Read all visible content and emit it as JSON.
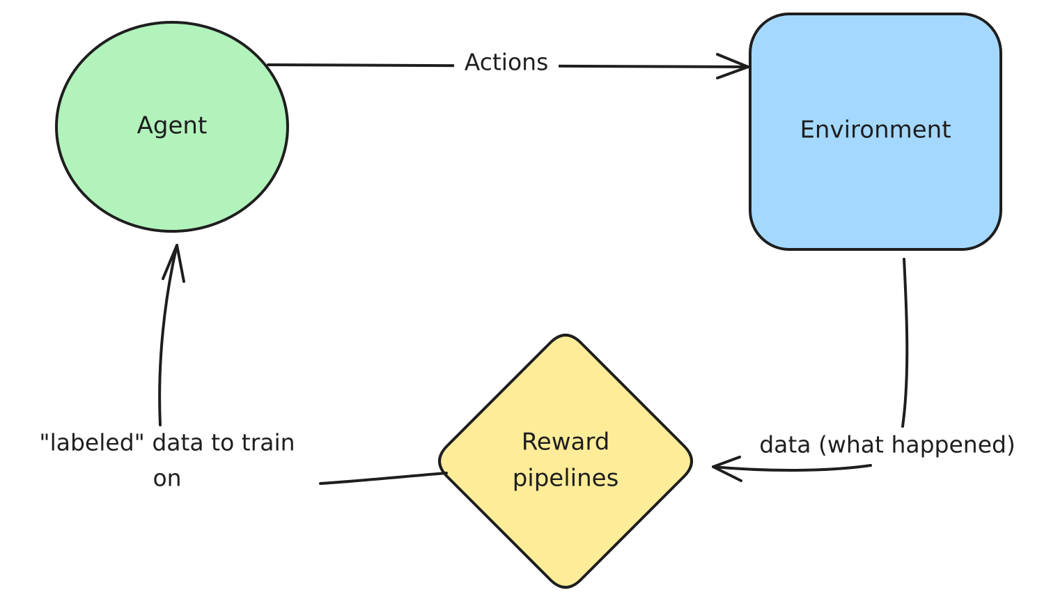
{
  "nodes": {
    "agent": {
      "label": "Agent",
      "fill": "#b2f2bb"
    },
    "environment": {
      "label": "Environment",
      "fill": "#a5d8ff"
    },
    "reward": {
      "label_line1": "Reward",
      "label_line2": "pipelines",
      "fill": "#ffec99"
    }
  },
  "edges": {
    "actions": {
      "label": "Actions"
    },
    "data_what_happened": {
      "label": "data (what happened)"
    },
    "labeled_data": {
      "label_line1": "\"labeled\" data to train",
      "label_line2": "on"
    }
  },
  "colors": {
    "stroke": "#1e1e1e",
    "background": "#ffffff"
  }
}
